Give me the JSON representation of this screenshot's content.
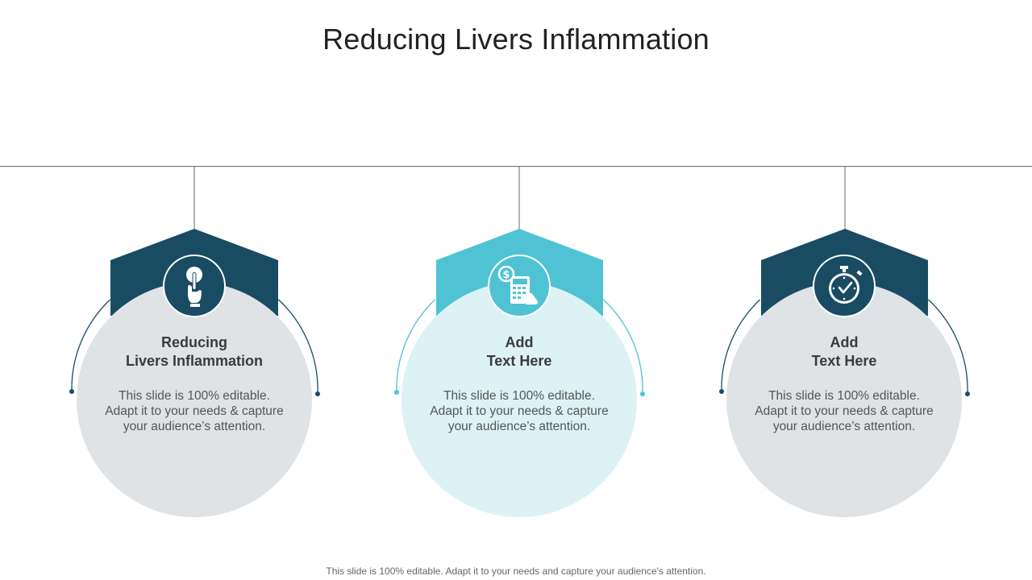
{
  "title": "Reducing Livers Inflammation",
  "colors": {
    "dark": "#194c63",
    "accent": "#4fc3d3",
    "circle_gray": "#dfe3e6",
    "circle_light": "#ddf2f5",
    "line": "#6b6b6b"
  },
  "cards": [
    {
      "heading_line1": "Reducing",
      "heading_line2": "Livers Inflammation",
      "body_line1": "This slide is 100% editable.",
      "body_line2": "Adapt it to your needs & capture",
      "body_line3": "your audience’s attention.",
      "icon": "hand-pointer-icon",
      "theme": "dark"
    },
    {
      "heading_line1": "Add",
      "heading_line2": "Text Here",
      "body_line1": "This slide is 100% editable.",
      "body_line2": "Adapt it to your needs & capture",
      "body_line3": "your audience’s attention.",
      "icon": "calculator-dollar-icon",
      "theme": "accent"
    },
    {
      "heading_line1": "Add",
      "heading_line2": "Text Here",
      "body_line1": "This slide is 100% editable.",
      "body_line2": "Adapt it to your needs & capture",
      "body_line3": "your audience’s attention.",
      "icon": "stopwatch-icon",
      "theme": "dark"
    }
  ],
  "footer": "This slide is 100% editable. Adapt it to your needs and capture your audience's attention."
}
